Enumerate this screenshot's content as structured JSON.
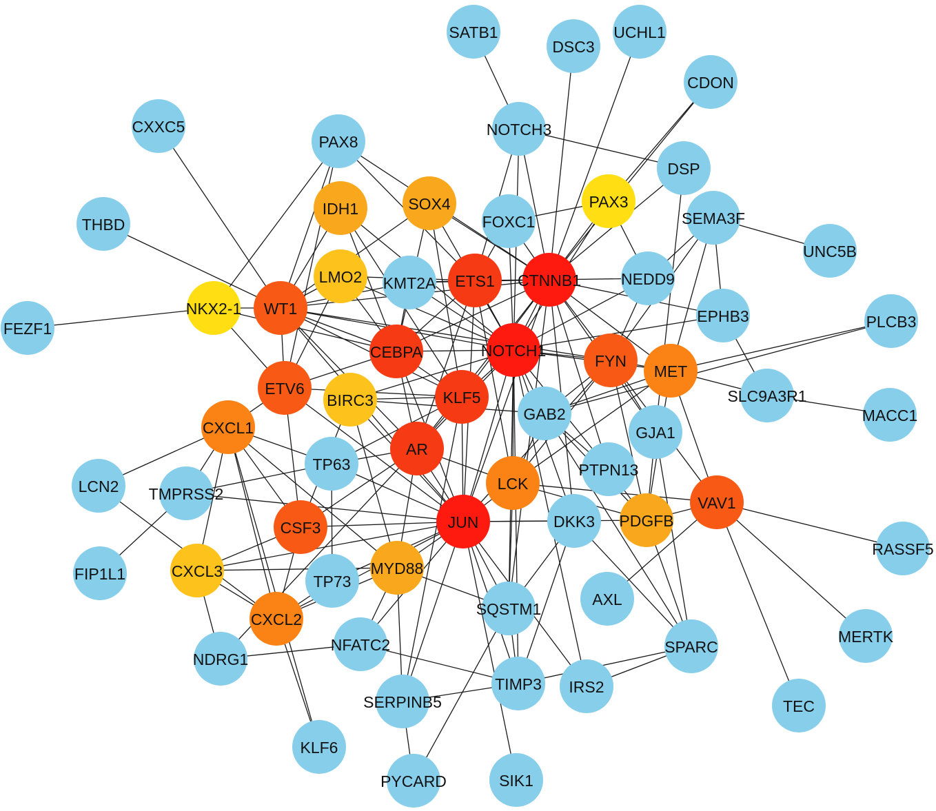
{
  "colors": {
    "peripheral": "#87ceeb",
    "red": "#ff1a0f",
    "red_orange": "#f53a14",
    "orange_red": "#f85a16",
    "orange": "#fb8316",
    "light_orange": "#f9a71d",
    "gold": "#fdc31c",
    "yellow": "#ffdf14"
  },
  "nodes": [
    {
      "id": "SATB1",
      "label": "SATB1",
      "color": "peripheral"
    },
    {
      "id": "DSC3",
      "label": "DSC3",
      "color": "peripheral"
    },
    {
      "id": "UCHL1",
      "label": "UCHL1",
      "color": "peripheral"
    },
    {
      "id": "CDON",
      "label": "CDON",
      "color": "peripheral"
    },
    {
      "id": "CXXC5",
      "label": "CXXC5",
      "color": "peripheral"
    },
    {
      "id": "PAX8",
      "label": "PAX8",
      "color": "peripheral"
    },
    {
      "id": "NOTCH3",
      "label": "NOTCH3",
      "color": "peripheral"
    },
    {
      "id": "DSP",
      "label": "DSP",
      "color": "peripheral"
    },
    {
      "id": "THBD",
      "label": "THBD",
      "color": "peripheral"
    },
    {
      "id": "IDH1",
      "label": "IDH1",
      "color": "light_orange"
    },
    {
      "id": "SOX4",
      "label": "SOX4",
      "color": "light_orange"
    },
    {
      "id": "FOXC1",
      "label": "FOXC1",
      "color": "peripheral"
    },
    {
      "id": "PAX3",
      "label": "PAX3",
      "color": "yellow"
    },
    {
      "id": "SEMA3F",
      "label": "SEMA3F",
      "color": "peripheral"
    },
    {
      "id": "UNC5B",
      "label": "UNC5B",
      "color": "peripheral"
    },
    {
      "id": "LMO2",
      "label": "LMO2",
      "color": "gold"
    },
    {
      "id": "KMT2A",
      "label": "KMT2A",
      "color": "peripheral"
    },
    {
      "id": "ETS1",
      "label": "ETS1",
      "color": "red_orange"
    },
    {
      "id": "CTNNB1",
      "label": "CTNNB1",
      "color": "red"
    },
    {
      "id": "NEDD9",
      "label": "NEDD9",
      "color": "peripheral"
    },
    {
      "id": "FEZF1",
      "label": "FEZF1",
      "color": "peripheral"
    },
    {
      "id": "NKX2-1",
      "label": "NKX2-1",
      "color": "yellow"
    },
    {
      "id": "WT1",
      "label": "WT1",
      "color": "orange_red"
    },
    {
      "id": "EPHB3",
      "label": "EPHB3",
      "color": "peripheral"
    },
    {
      "id": "PLCB3",
      "label": "PLCB3",
      "color": "peripheral"
    },
    {
      "id": "CEBPA",
      "label": "CEBPA",
      "color": "red_orange"
    },
    {
      "id": "NOTCH1",
      "label": "NOTCH1",
      "color": "red"
    },
    {
      "id": "FYN",
      "label": "FYN",
      "color": "orange_red"
    },
    {
      "id": "MET",
      "label": "MET",
      "color": "orange"
    },
    {
      "id": "ETV6",
      "label": "ETV6",
      "color": "orange_red"
    },
    {
      "id": "BIRC3",
      "label": "BIRC3",
      "color": "gold"
    },
    {
      "id": "KLF5",
      "label": "KLF5",
      "color": "red_orange"
    },
    {
      "id": "GAB2",
      "label": "GAB2",
      "color": "peripheral"
    },
    {
      "id": "SLC9A3R1",
      "label": "SLC9A3R1",
      "color": "peripheral"
    },
    {
      "id": "MACC1",
      "label": "MACC1",
      "color": "peripheral"
    },
    {
      "id": "CXCL1",
      "label": "CXCL1",
      "color": "orange"
    },
    {
      "id": "GJA1",
      "label": "GJA1",
      "color": "peripheral"
    },
    {
      "id": "AR",
      "label": "AR",
      "color": "red_orange"
    },
    {
      "id": "TP63",
      "label": "TP63",
      "color": "peripheral"
    },
    {
      "id": "PTPN13",
      "label": "PTPN13",
      "color": "peripheral"
    },
    {
      "id": "LCN2",
      "label": "LCN2",
      "color": "peripheral"
    },
    {
      "id": "TMPRSS2",
      "label": "TMPRSS2",
      "color": "peripheral"
    },
    {
      "id": "LCK",
      "label": "LCK",
      "color": "orange"
    },
    {
      "id": "VAV1",
      "label": "VAV1",
      "color": "orange_red"
    },
    {
      "id": "CSF3",
      "label": "CSF3",
      "color": "orange_red"
    },
    {
      "id": "JUN",
      "label": "JUN",
      "color": "red"
    },
    {
      "id": "DKK3",
      "label": "DKK3",
      "color": "peripheral"
    },
    {
      "id": "PDGFB",
      "label": "PDGFB",
      "color": "light_orange"
    },
    {
      "id": "RASSF5",
      "label": "RASSF5",
      "color": "peripheral"
    },
    {
      "id": "FIP1L1",
      "label": "FIP1L1",
      "color": "peripheral"
    },
    {
      "id": "CXCL3",
      "label": "CXCL3",
      "color": "gold"
    },
    {
      "id": "MYD88",
      "label": "MYD88",
      "color": "light_orange"
    },
    {
      "id": "TP73",
      "label": "TP73",
      "color": "peripheral"
    },
    {
      "id": "AXL",
      "label": "AXL",
      "color": "peripheral"
    },
    {
      "id": "SQSTM1",
      "label": "SQSTM1",
      "color": "peripheral"
    },
    {
      "id": "CXCL2",
      "label": "CXCL2",
      "color": "orange"
    },
    {
      "id": "MERTK",
      "label": "MERTK",
      "color": "peripheral"
    },
    {
      "id": "NFATC2",
      "label": "NFATC2",
      "color": "peripheral"
    },
    {
      "id": "SPARC",
      "label": "SPARC",
      "color": "peripheral"
    },
    {
      "id": "NDRG1",
      "label": "NDRG1",
      "color": "peripheral"
    },
    {
      "id": "TIMP3",
      "label": "TIMP3",
      "color": "peripheral"
    },
    {
      "id": "IRS2",
      "label": "IRS2",
      "color": "peripheral"
    },
    {
      "id": "SERPINB5",
      "label": "SERPINB5",
      "color": "peripheral"
    },
    {
      "id": "TEC",
      "label": "TEC",
      "color": "peripheral"
    },
    {
      "id": "KLF6",
      "label": "KLF6",
      "color": "peripheral"
    },
    {
      "id": "PYCARD",
      "label": "PYCARD",
      "color": "peripheral"
    },
    {
      "id": "SIK1",
      "label": "SIK1",
      "color": "peripheral"
    }
  ],
  "edges": [
    [
      "SATB1",
      "NOTCH3"
    ],
    [
      "DSC3",
      "CTNNB1"
    ],
    [
      "UCHL1",
      "CTNNB1"
    ],
    [
      "CDON",
      "PAX3"
    ],
    [
      "CDON",
      "CTNNB1"
    ],
    [
      "CXXC5",
      "WT1"
    ],
    [
      "PAX8",
      "NKX2-1"
    ],
    [
      "PAX8",
      "WT1"
    ],
    [
      "PAX8",
      "ETV6"
    ],
    [
      "PAX8",
      "CTNNB1"
    ],
    [
      "PAX8",
      "ETS1"
    ],
    [
      "NOTCH3",
      "NOTCH1"
    ],
    [
      "NOTCH3",
      "DSP"
    ],
    [
      "NOTCH3",
      "ETS1"
    ],
    [
      "NOTCH3",
      "CTNNB1"
    ],
    [
      "THBD",
      "WT1"
    ],
    [
      "DSP",
      "CTNNB1"
    ],
    [
      "DSP",
      "GJA1"
    ],
    [
      "FEZF1",
      "NKX2-1"
    ],
    [
      "NKX2-1",
      "WT1"
    ],
    [
      "NKX2-1",
      "CEBPA"
    ],
    [
      "NKX2-1",
      "ETV6"
    ],
    [
      "IDH1",
      "CEBPA"
    ],
    [
      "IDH1",
      "NOTCH1"
    ],
    [
      "IDH1",
      "WT1"
    ],
    [
      "SOX4",
      "CTNNB1"
    ],
    [
      "SOX4",
      "CEBPA"
    ],
    [
      "SOX4",
      "NOTCH1"
    ],
    [
      "SOX4",
      "WT1"
    ],
    [
      "SOX4",
      "KLF5"
    ],
    [
      "FOXC1",
      "PAX3"
    ],
    [
      "FOXC1",
      "NOTCH1"
    ],
    [
      "FOXC1",
      "CTNNB1"
    ],
    [
      "FOXC1",
      "ETS1"
    ],
    [
      "PAX3",
      "CTNNB1"
    ],
    [
      "PAX3",
      "NOTCH1"
    ],
    [
      "PAX3",
      "NEDD9"
    ],
    [
      "SEMA3F",
      "UNC5B"
    ],
    [
      "SEMA3F",
      "NEDD9"
    ],
    [
      "SEMA3F",
      "EPHB3"
    ],
    [
      "SEMA3F",
      "MET"
    ],
    [
      "SEMA3F",
      "FYN"
    ],
    [
      "LMO2",
      "CEBPA"
    ],
    [
      "LMO2",
      "NOTCH1"
    ],
    [
      "LMO2",
      "ETS1"
    ],
    [
      "LMO2",
      "WT1"
    ],
    [
      "LMO2",
      "ETV6"
    ],
    [
      "KMT2A",
      "NOTCH1"
    ],
    [
      "KMT2A",
      "CTNNB1"
    ],
    [
      "KMT2A",
      "ETS1"
    ],
    [
      "KMT2A",
      "CEBPA"
    ],
    [
      "KMT2A",
      "WT1"
    ],
    [
      "ETS1",
      "CTNNB1"
    ],
    [
      "ETS1",
      "NOTCH1"
    ],
    [
      "ETS1",
      "JUN"
    ],
    [
      "ETS1",
      "AR"
    ],
    [
      "ETS1",
      "CEBPA"
    ],
    [
      "CTNNB1",
      "NOTCH1"
    ],
    [
      "CTNNB1",
      "NEDD9"
    ],
    [
      "CTNNB1",
      "EPHB3"
    ],
    [
      "CTNNB1",
      "FYN"
    ],
    [
      "CTNNB1",
      "MET"
    ],
    [
      "CTNNB1",
      "JUN"
    ],
    [
      "CTNNB1",
      "AR"
    ],
    [
      "CTNNB1",
      "KLF5"
    ],
    [
      "CTNNB1",
      "CEBPA"
    ],
    [
      "CTNNB1",
      "WT1"
    ],
    [
      "CTNNB1",
      "GJA1"
    ],
    [
      "CTNNB1",
      "PTPN13"
    ],
    [
      "NEDD9",
      "FYN"
    ],
    [
      "NEDD9",
      "NOTCH1"
    ],
    [
      "WT1",
      "NOTCH1"
    ],
    [
      "WT1",
      "CEBPA"
    ],
    [
      "WT1",
      "ETV6"
    ],
    [
      "WT1",
      "AR"
    ],
    [
      "WT1",
      "JUN"
    ],
    [
      "WT1",
      "FYN"
    ],
    [
      "WT1",
      "KLF5"
    ],
    [
      "EPHB3",
      "NOTCH1"
    ],
    [
      "PLCB3",
      "MET"
    ],
    [
      "PLCB3",
      "GAB2"
    ],
    [
      "CEBPA",
      "NOTCH1"
    ],
    [
      "CEBPA",
      "JUN"
    ],
    [
      "CEBPA",
      "AR"
    ],
    [
      "CEBPA",
      "KLF5"
    ],
    [
      "CEBPA",
      "ETV6"
    ],
    [
      "NOTCH1",
      "FYN"
    ],
    [
      "NOTCH1",
      "KLF5"
    ],
    [
      "NOTCH1",
      "AR"
    ],
    [
      "NOTCH1",
      "JUN"
    ],
    [
      "NOTCH1",
      "GAB2"
    ],
    [
      "NOTCH1",
      "LCK"
    ],
    [
      "NOTCH1",
      "DKK3"
    ],
    [
      "NOTCH1",
      "MET"
    ],
    [
      "NOTCH1",
      "PTPN13"
    ],
    [
      "NOTCH1",
      "SQSTM1"
    ],
    [
      "NOTCH1",
      "BIRC3"
    ],
    [
      "FYN",
      "MET"
    ],
    [
      "FYN",
      "GAB2"
    ],
    [
      "FYN",
      "LCK"
    ],
    [
      "FYN",
      "VAV1"
    ],
    [
      "FYN",
      "PDGFB"
    ],
    [
      "FYN",
      "JUN"
    ],
    [
      "FYN",
      "GJA1"
    ],
    [
      "MET",
      "SLC9A3R1"
    ],
    [
      "MET",
      "GAB2"
    ],
    [
      "MET",
      "VAV1"
    ],
    [
      "MET",
      "PDGFB"
    ],
    [
      "MET",
      "LCK"
    ],
    [
      "SLC9A3R1",
      "MACC1"
    ],
    [
      "SLC9A3R1",
      "EPHB3"
    ],
    [
      "ETV6",
      "CSF3"
    ],
    [
      "ETV6",
      "JUN"
    ],
    [
      "ETV6",
      "KLF5"
    ],
    [
      "ETV6",
      "CXCL1"
    ],
    [
      "BIRC3",
      "KLF5"
    ],
    [
      "BIRC3",
      "JUN"
    ],
    [
      "BIRC3",
      "GAB2"
    ],
    [
      "BIRC3",
      "MYD88"
    ],
    [
      "KLF5",
      "JUN"
    ],
    [
      "KLF5",
      "AR"
    ],
    [
      "KLF5",
      "TP63"
    ],
    [
      "GAB2",
      "PTPN13"
    ],
    [
      "GAB2",
      "PDGFB"
    ],
    [
      "GAB2",
      "LCK"
    ],
    [
      "CXCL1",
      "CXCL3"
    ],
    [
      "CXCL1",
      "CXCL2"
    ],
    [
      "CXCL1",
      "CSF3"
    ],
    [
      "CXCL1",
      "MYD88"
    ],
    [
      "CXCL1",
      "TP63"
    ],
    [
      "CXCL1",
      "LCN2"
    ],
    [
      "GJA1",
      "PDGFB"
    ],
    [
      "GJA1",
      "SPARC"
    ],
    [
      "AR",
      "JUN"
    ],
    [
      "AR",
      "TP63"
    ],
    [
      "AR",
      "LCK"
    ],
    [
      "AR",
      "CSF3"
    ],
    [
      "AR",
      "MYD88"
    ],
    [
      "TP63",
      "TP73"
    ],
    [
      "TP63",
      "JUN"
    ],
    [
      "TP63",
      "TMPRSS2"
    ],
    [
      "PTPN13",
      "PDGFB"
    ],
    [
      "LCN2",
      "CXCL2"
    ],
    [
      "TMPRSS2",
      "FIP1L1"
    ],
    [
      "TMPRSS2",
      "JUN"
    ],
    [
      "TMPRSS2",
      "CXCL1"
    ],
    [
      "LCK",
      "VAV1"
    ],
    [
      "LCK",
      "PDGFB"
    ],
    [
      "LCK",
      "JUN"
    ],
    [
      "VAV1",
      "RASSF5"
    ],
    [
      "VAV1",
      "MERTK"
    ],
    [
      "VAV1",
      "TEC"
    ],
    [
      "VAV1",
      "PDGFB"
    ],
    [
      "VAV1",
      "AXL"
    ],
    [
      "CSF3",
      "JUN"
    ],
    [
      "CSF3",
      "CXCL3"
    ],
    [
      "CSF3",
      "CXCL2"
    ],
    [
      "JUN",
      "DKK3"
    ],
    [
      "JUN",
      "PDGFB"
    ],
    [
      "JUN",
      "MYD88"
    ],
    [
      "JUN",
      "TP73"
    ],
    [
      "JUN",
      "SQSTM1"
    ],
    [
      "JUN",
      "TIMP3"
    ],
    [
      "JUN",
      "IRS2"
    ],
    [
      "JUN",
      "SERPINB5"
    ],
    [
      "JUN",
      "NFATC2"
    ],
    [
      "JUN",
      "SIK1"
    ],
    [
      "JUN",
      "CXCL3"
    ],
    [
      "JUN",
      "CXCL2"
    ],
    [
      "DKK3",
      "SPARC"
    ],
    [
      "DKK3",
      "TIMP3"
    ],
    [
      "DKK3",
      "SQSTM1"
    ],
    [
      "PDGFB",
      "SPARC"
    ],
    [
      "CXCL3",
      "CXCL2"
    ],
    [
      "CXCL3",
      "MYD88"
    ],
    [
      "CXCL3",
      "NDRG1"
    ],
    [
      "MYD88",
      "SQSTM1"
    ],
    [
      "MYD88",
      "SERPINB5"
    ],
    [
      "MYD88",
      "NFATC2"
    ],
    [
      "MYD88",
      "CXCL2"
    ],
    [
      "TP73",
      "CXCL2"
    ],
    [
      "SQSTM1",
      "PYCARD"
    ],
    [
      "SQSTM1",
      "TIMP3"
    ],
    [
      "CXCL2",
      "KLF6"
    ],
    [
      "NFATC2",
      "NDRG1"
    ],
    [
      "NFATC2",
      "TIMP3"
    ],
    [
      "SPARC",
      "TIMP3"
    ],
    [
      "TIMP3",
      "SERPINB5"
    ],
    [
      "IRS2",
      "SPARC"
    ],
    [
      "SERPINB5",
      "PYCARD"
    ],
    [
      "KLF6",
      "CXCL1"
    ],
    [
      "ETS1",
      "LCK"
    ],
    [
      "CTNNB1",
      "DKK3"
    ],
    [
      "CTNNB1",
      "SQSTM1"
    ],
    [
      "KLF5",
      "SERPINB5"
    ],
    [
      "AR",
      "NDRG1"
    ],
    [
      "BIRC3",
      "CSF3"
    ],
    [
      "IDH1",
      "KLF5"
    ],
    [
      "NOTCH1",
      "TIMP3"
    ],
    [
      "NOTCH1",
      "IRS2"
    ],
    [
      "LCK",
      "SQSTM1"
    ],
    [
      "GAB2",
      "SPARC"
    ]
  ]
}
